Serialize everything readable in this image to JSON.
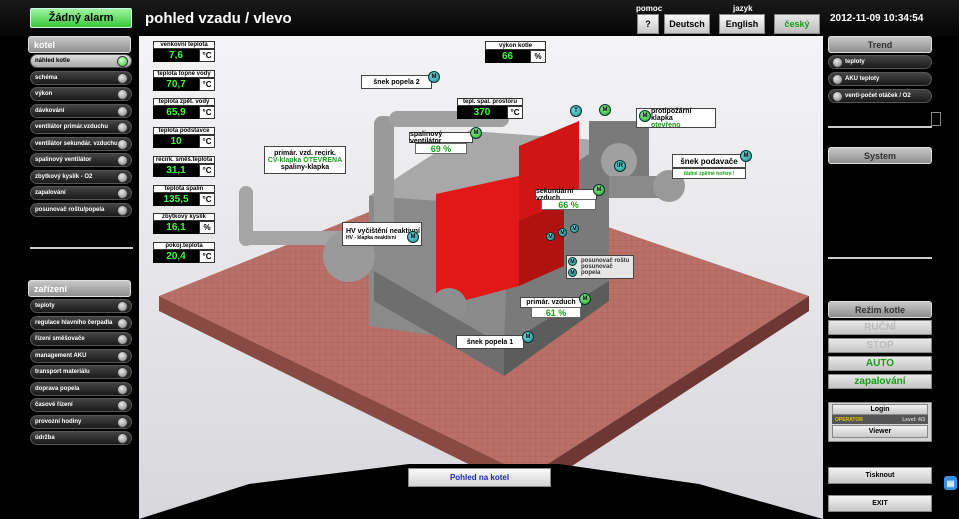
{
  "header": {
    "alarm_label": "Žádný alarm",
    "page_title": "pohled vzadu / vlevo",
    "help_caption": "pomoc",
    "help_button": "?",
    "language_caption": "jazyk",
    "languages": [
      "Deutsch",
      "English",
      "český"
    ],
    "active_language": "český",
    "datetime": "2012-11-09 10:34:54"
  },
  "left_panel": {
    "kotel_title": "kotel",
    "kotel_items": [
      {
        "label": "náhled kotle",
        "selected": true
      },
      {
        "label": "schéma"
      },
      {
        "label": "výkon"
      },
      {
        "label": "dávkování"
      },
      {
        "label": "ventilátor primár.vzduchu"
      },
      {
        "label": "ventilátor sekundár. vzduchu"
      },
      {
        "label": "spalinový ventilátor"
      },
      {
        "label": "zbytkový kyslík - O2"
      },
      {
        "label": "zapalování"
      },
      {
        "label": "posunovač roštu/popela"
      }
    ],
    "zarizeni_title": "zařízení",
    "zarizeni_items": [
      {
        "label": "teploty"
      },
      {
        "label": "regulace hlavního čerpadla"
      },
      {
        "label": "řízení směšovače"
      },
      {
        "label": "management AKU"
      },
      {
        "label": "transport materiálu"
      },
      {
        "label": "doprava popela"
      },
      {
        "label": "časové řízení"
      },
      {
        "label": "provozní hodiny"
      },
      {
        "label": "údržba"
      }
    ]
  },
  "readings": [
    {
      "label": "venkovní teplota",
      "value": "7,6",
      "unit": "°C"
    },
    {
      "label": "teplota topné vody",
      "value": "70,7",
      "unit": "°C"
    },
    {
      "label": "teplota zpět. vody",
      "value": "65,9",
      "unit": "°C"
    },
    {
      "label": "teplota podstavce",
      "value": "10",
      "unit": "°C"
    },
    {
      "label": "recirk. směš.teplota",
      "value": "31,1",
      "unit": "°C"
    },
    {
      "label": "teplota spalin",
      "value": "135,5",
      "unit": "°C"
    },
    {
      "label": "zbytkový kyslík",
      "value": "16,1",
      "unit": "%"
    },
    {
      "label": "pokoj.teplota",
      "value": "20,4",
      "unit": "°C"
    }
  ],
  "boiler": {
    "power_label": "výkon kotle",
    "power_value": "66",
    "power_unit": "%",
    "room_temp_label": "tepl. spal. prostoru",
    "room_temp_value": "370",
    "room_temp_unit": "°C",
    "ash_auger_2": "šnek popela 2",
    "flue_fan": "spalinový ventilátor",
    "flue_fan_value": "69 %",
    "fire_damper_line1": "protipožární klapka",
    "fire_damper_line2": "otevřeno",
    "feeder_auger": "šnek podavače",
    "feeder_status": "žádné zpětné hoření !",
    "recirc_line1": "primár. vzd. recirk.",
    "recirc_line2": "CV-klapka OTEVŘENA",
    "recirc_line3": "spaliny-klapka",
    "secondary_air": "sekundární vzduch",
    "secondary_air_value": "66 %",
    "hv_line1": "HV vyčištění neaktivní",
    "hv_line2": "HV - klapka neaktivní",
    "grate_pusher": "posunovač roštu",
    "ash_pusher": "posunovač popela",
    "primary_air": "primár. vzduch",
    "primary_air_value": "61 %",
    "ash_auger_1": "šnek popela 1",
    "badge_m": "M",
    "badge_t": "T",
    "badge_ir": "IR",
    "view_button": "Pohled na kotel"
  },
  "right_panel": {
    "trend_title": "Trend",
    "trend_items": [
      "teploty",
      "AKU teploty",
      "venti-počet otáček / O2"
    ],
    "system_title": "System",
    "mode_title": "Režim kotle",
    "modes": [
      {
        "label": "RUČNÍ",
        "active": false
      },
      {
        "label": "STOP",
        "active": false
      },
      {
        "label": "AUTO",
        "active": true
      },
      {
        "label": "zapalování",
        "active": true
      }
    ],
    "login_button": "Login",
    "operator_label": "OPERATOR",
    "level_label": "Level: 4/3",
    "viewer_button": "Viewer",
    "print_button": "Tisknout",
    "exit_button": "EXIT"
  },
  "colors": {
    "alarm_ok": "#3ac83a",
    "value_green": "#3cff3c",
    "boiler_red": "#e01818",
    "floor": "#b86e66"
  }
}
